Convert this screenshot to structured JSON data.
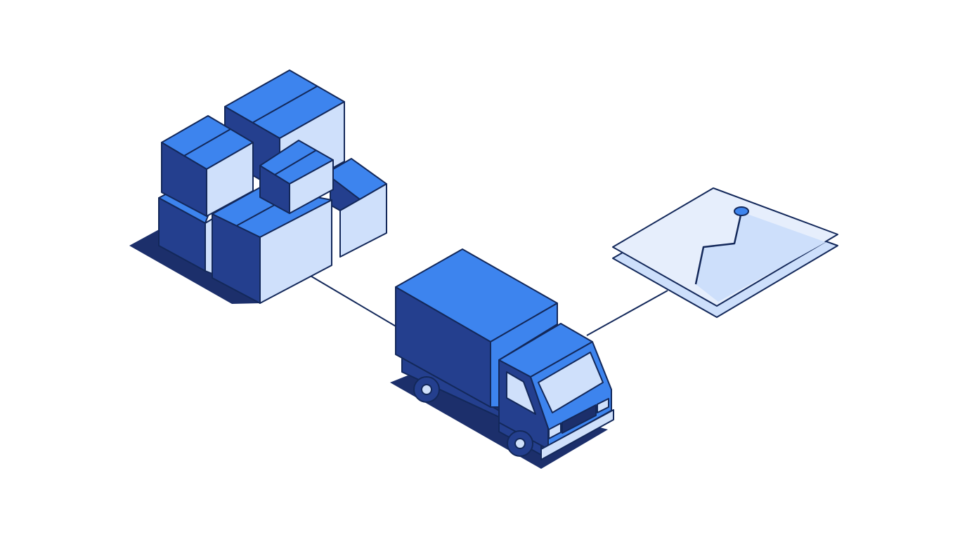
{
  "illustration": {
    "subjects": [
      "boxes-stack",
      "delivery-truck",
      "analytics-panel"
    ],
    "colors": {
      "top": "#3d84ee",
      "dark": "#243f8e",
      "light": "#cfe0fb",
      "outline": "#13285a",
      "shadow": "#1c2f6b",
      "panel": "#e6eefc",
      "panel_inner": "#cddffb"
    }
  }
}
